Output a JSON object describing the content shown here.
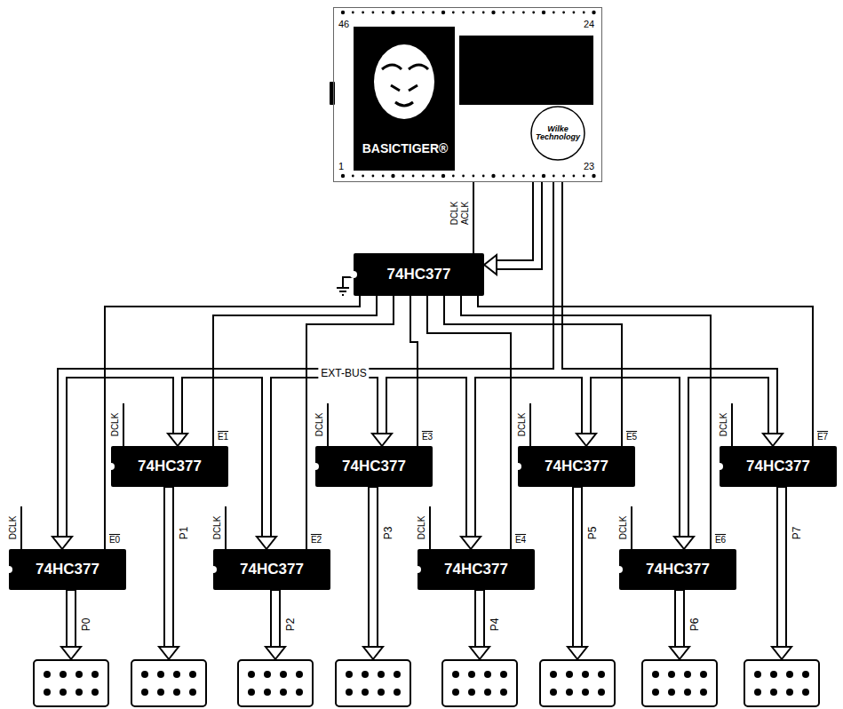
{
  "diagram": {
    "nodes": [
      {
        "text": [
          "BASICTIGER®"
        ]
      },
      {
        "text": [
          "74HC377"
        ]
      },
      {
        "text": [
          "74HC377"
        ]
      },
      {
        "text": [
          "74HC377"
        ]
      },
      {
        "text": [
          "74HC377"
        ]
      },
      {
        "text": [
          "74HC377"
        ]
      },
      {
        "text": [
          "74HC377"
        ]
      },
      {
        "text": [
          "74HC377"
        ]
      },
      {
        "text": [
          "74HC377"
        ]
      },
      {
        "text": [
          "74HC377"
        ]
      }
    ],
    "edges": [
      {
        "from": 0,
        "to": 1,
        "arrow": "to"
      },
      {
        "from": 0,
        "to": 2,
        "arrow": "to"
      },
      {
        "from": 0,
        "to": 3,
        "arrow": "to"
      },
      {
        "from": 0,
        "to": 4,
        "arrow": "to"
      },
      {
        "from": 0,
        "to": 5,
        "arrow": "to"
      },
      {
        "from": 0,
        "to": 6,
        "arrow": "to"
      },
      {
        "from": 0,
        "to": 7,
        "arrow": "to"
      },
      {
        "from": 0,
        "to": 8,
        "arrow": "to"
      },
      {
        "from": 0,
        "to": 9,
        "arrow": "to"
      },
      {
        "from": 1,
        "to": 2,
        "arrow": "none"
      },
      {
        "from": 1,
        "to": 3,
        "arrow": "none"
      },
      {
        "from": 1,
        "to": 4,
        "arrow": "none"
      },
      {
        "from": 1,
        "to": 5,
        "arrow": "none"
      },
      {
        "from": 1,
        "to": 6,
        "arrow": "none"
      },
      {
        "from": 1,
        "to": 7,
        "arrow": "none"
      },
      {
        "from": 1,
        "to": 8,
        "arrow": "none"
      },
      {
        "from": 1,
        "to": 9,
        "arrow": "none"
      }
    ],
    "labels": [
      "46",
      "24",
      "1",
      "23",
      "Wilke Technology",
      "DCLK",
      "ACLK",
      "EXT-BUS",
      "DCLK",
      "DCLK",
      "DCLK",
      "DCLK",
      "DCLK",
      "DCLK",
      "DCLK",
      "DCLK",
      "E0",
      "E1",
      "E2",
      "E3",
      "E4",
      "E5",
      "E6",
      "E7",
      "P0",
      "P1",
      "P2",
      "P3",
      "P4",
      "P5",
      "P6",
      "P7"
    ]
  }
}
